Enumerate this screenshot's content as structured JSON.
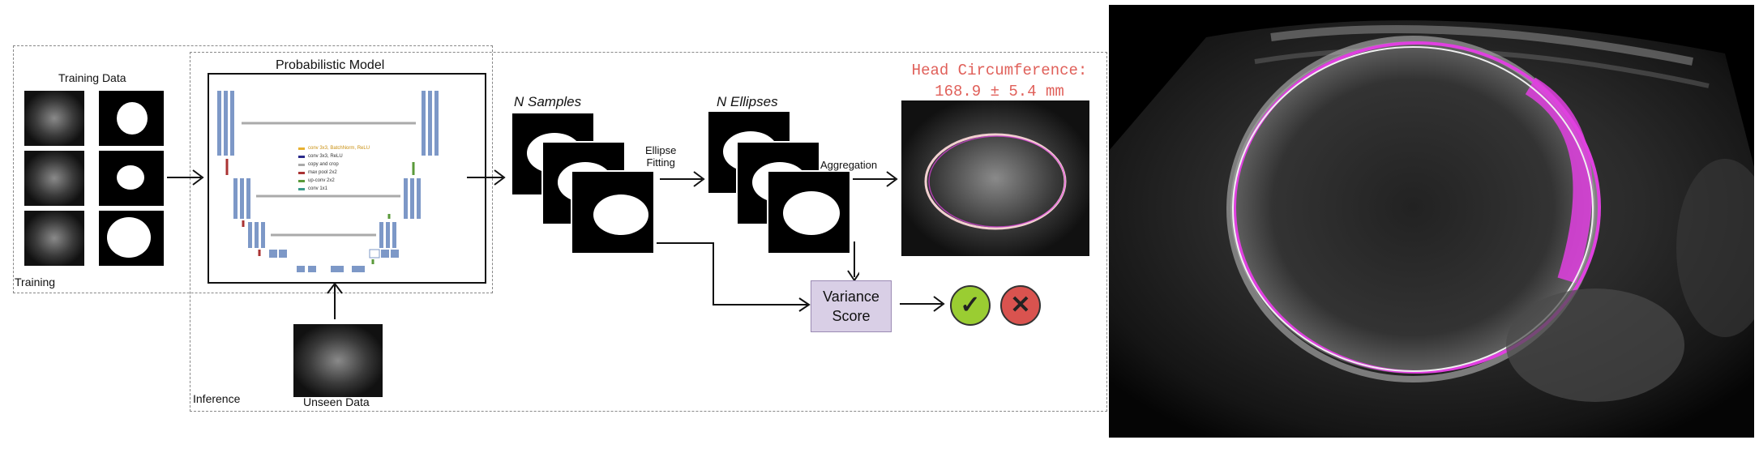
{
  "diagram": {
    "training_data_label": "Training Data",
    "training_label": "Training",
    "inference_label": "Inference",
    "model_title": "Probabilistic Model",
    "unseen_label": "Unseen Data",
    "n_samples_label": "N Samples",
    "ellipse_fitting_label": "Ellipse\nFitting",
    "n_ellipses_label": "N Ellipses",
    "aggregation_label": "Aggregation",
    "variance_label": "Variance\nScore",
    "head_circ_title": "Head Circumference:",
    "head_circ_value": "168.9 ± 5.4 mm",
    "legend": {
      "conv_bn": "conv 3x3, BatchNorm, ReLU",
      "conv": "conv 3x3, ReLU",
      "copy": "copy and crop",
      "maxpool": "max pool 2x2",
      "upconv": "up-conv 2x2",
      "conv1": "conv 1x1"
    },
    "accept_icon": "check-icon",
    "reject_icon": "cross-icon",
    "colors": {
      "accept": "#9acd32",
      "reject": "#d9534f",
      "variance_box": "#d9cfe6",
      "ellipse_overlay": "#e040e0",
      "hc_text": "#e0605a"
    }
  }
}
